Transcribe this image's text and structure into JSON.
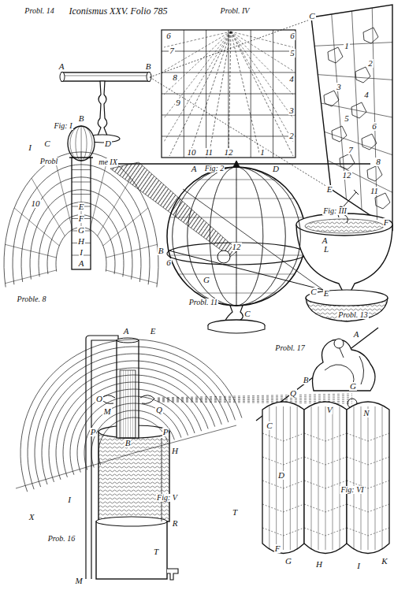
{
  "diagram": {
    "title": "Iconismus XXV. Folio 785",
    "labels": [
      "Probl. 14",
      "Probl. IV",
      "C",
      "A",
      "B",
      "6",
      "6",
      "7",
      "5",
      "8",
      "4",
      "9",
      "3",
      "2",
      "10",
      "11",
      "12",
      "1",
      "D",
      "E",
      "F",
      "1",
      "2",
      "3",
      "4",
      "5",
      "6",
      "7",
      "8",
      "12",
      "11",
      "Fig: I",
      "B",
      "I",
      "C",
      "D",
      "Probl",
      "me IX",
      "E",
      "F",
      "G",
      "H",
      "I",
      "A",
      "10",
      "Proble. 8",
      "A",
      "Fig: 2",
      "B",
      "6",
      "A",
      "E",
      "G",
      "12",
      "C",
      "Probl. 11",
      "Fig: III",
      "L",
      "C",
      "Probl. 13",
      "Probl. 17",
      "A",
      "B",
      "Q",
      "V",
      "N",
      "C",
      "D",
      "Fig: VI",
      "F",
      "G",
      "H",
      "I",
      "K",
      "A",
      "E",
      "O",
      "M",
      "Q",
      "G",
      "P",
      "P",
      "B",
      "H",
      "X",
      "I",
      "Fig: V",
      "T",
      "R",
      "Prob. 16",
      "T",
      "M"
    ]
  }
}
